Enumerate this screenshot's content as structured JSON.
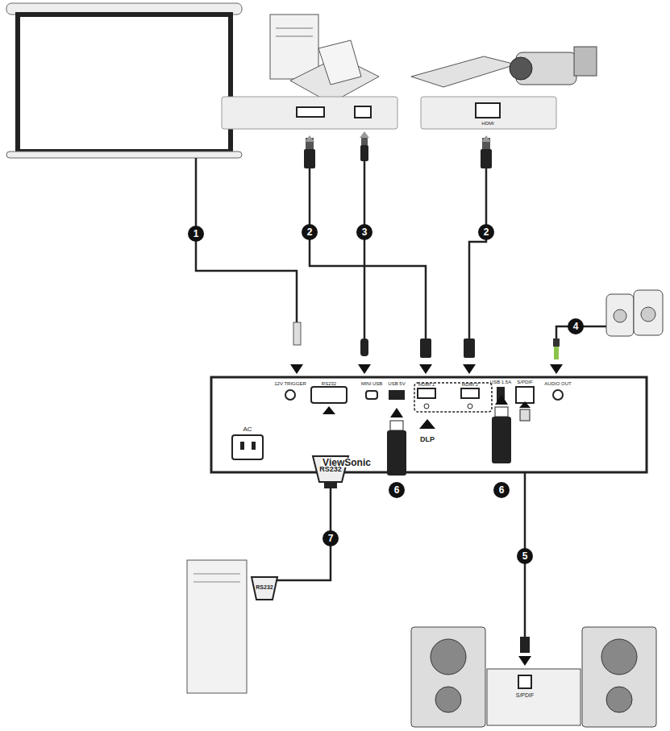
{
  "diagram": {
    "labels": [
      "1",
      "2",
      "3",
      "2",
      "4",
      "5",
      "6",
      "6",
      "7",
      "12V TRIGGER",
      "RS232",
      "MINI USB",
      "USB 5V",
      "HDMI 1",
      "HDMI 2",
      "USB 1.5A",
      "S/PDIF",
      "AUDIO OUT",
      "AC",
      "ViewSonic",
      "DLP",
      "RS232",
      "RS232",
      "HDMI",
      "S/PDIF"
    ]
  }
}
